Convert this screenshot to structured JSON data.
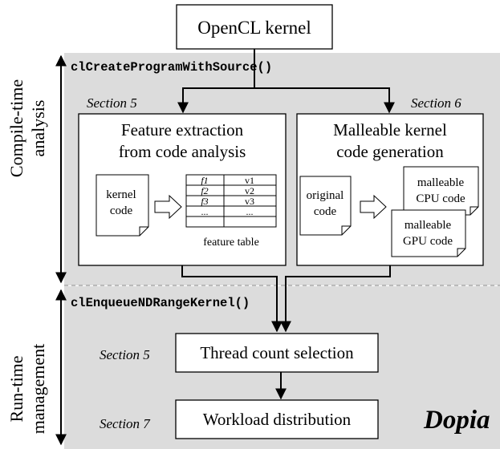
{
  "top": {
    "kernel_label": "OpenCL kernel"
  },
  "phases": {
    "compile_time_line1": "Compile-time",
    "compile_time_line2": "analysis",
    "run_time_line1": "Run-time",
    "run_time_line2": "management"
  },
  "api_calls": {
    "create_program": "clCreateProgramWithSource()",
    "enqueue_kernel": "clEnqueueNDRangeKernel()"
  },
  "sections": {
    "feature_extraction": "Section 5",
    "code_generation": "Section 6",
    "thread_count": "Section 5",
    "workload": "Section 7"
  },
  "feature_box": {
    "title_line1": "Feature extraction",
    "title_line2": "from code analysis",
    "doc_line1": "kernel",
    "doc_line2": "code",
    "table_rows": [
      {
        "feature": "f1",
        "value": "v1"
      },
      {
        "feature": "f2",
        "value": "v2"
      },
      {
        "feature": "f3",
        "value": "v3"
      },
      {
        "feature": "...",
        "value": "..."
      }
    ],
    "table_caption": "feature table"
  },
  "codegen_box": {
    "title_line1": "Malleable kernel",
    "title_line2": "code generation",
    "doc_line1": "original",
    "doc_line2": "code",
    "cpu_line1": "malleable",
    "cpu_line2": "CPU code",
    "gpu_line1": "malleable",
    "gpu_line2": "GPU code"
  },
  "runtime": {
    "thread_selection": "Thread count selection",
    "workload_distribution": "Workload distribution"
  },
  "brand": "Dopia"
}
